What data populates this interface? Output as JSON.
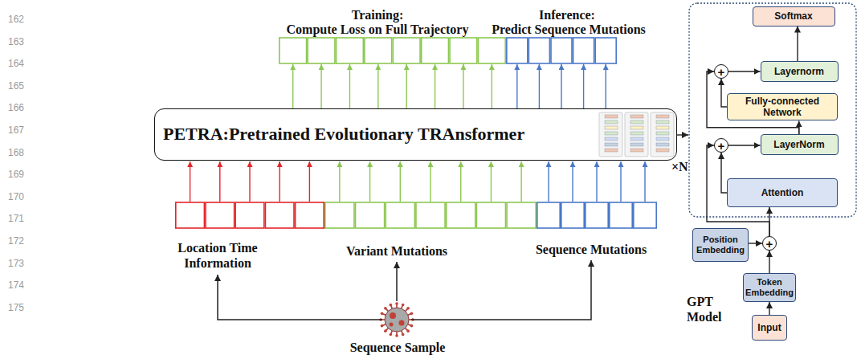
{
  "diagram": {
    "nodes": [
      {
        "text": [
          "PETRA:Pretrained Evolutionary TRAnsformer"
        ]
      },
      {
        "text": [
          "Softmax"
        ]
      },
      {
        "text": [
          "+"
        ]
      },
      {
        "text": [
          "Layernorm"
        ]
      },
      {
        "text": [
          "Fully-connected Network"
        ]
      },
      {
        "text": [
          "+"
        ]
      },
      {
        "text": [
          "LayerNorm"
        ]
      },
      {
        "text": [
          "Attention"
        ]
      },
      {
        "text": [
          "Position Embedding"
        ]
      },
      {
        "text": [
          "+"
        ]
      },
      {
        "text": [
          "Token Embedding"
        ]
      },
      {
        "text": [
          "Input"
        ]
      }
    ],
    "edges": [
      {
        "from": 3,
        "to": 1,
        "arrow": "to"
      },
      {
        "from": 2,
        "to": 3,
        "arrow": "to"
      },
      {
        "from": 4,
        "to": 2,
        "arrow": "to"
      },
      {
        "from": 6,
        "to": 2,
        "arrow": "to"
      },
      {
        "from": 6,
        "to": 4,
        "arrow": "to"
      },
      {
        "from": 5,
        "to": 6,
        "arrow": "to"
      },
      {
        "from": 7,
        "to": 5,
        "arrow": "to"
      },
      {
        "from": 9,
        "to": 7,
        "arrow": "to"
      },
      {
        "from": 9,
        "to": 5,
        "arrow": "to"
      },
      {
        "from": 8,
        "to": 9,
        "arrow": "to"
      },
      {
        "from": 10,
        "to": 9,
        "arrow": "to"
      },
      {
        "from": 11,
        "to": 10,
        "arrow": "to"
      }
    ],
    "labels": [
      "162",
      "163",
      "164",
      "165",
      "166",
      "167",
      "168",
      "169",
      "170",
      "171",
      "172",
      "173",
      "174",
      "175",
      "Training:",
      "Compute Loss on Full Trajectory",
      "Inference:",
      "Predict Sequence Mutations",
      "Location Time Information",
      "Variant Mutations",
      "Sequence Mutations",
      "Sequence Sample",
      "×N",
      "GPT Model"
    ]
  }
}
